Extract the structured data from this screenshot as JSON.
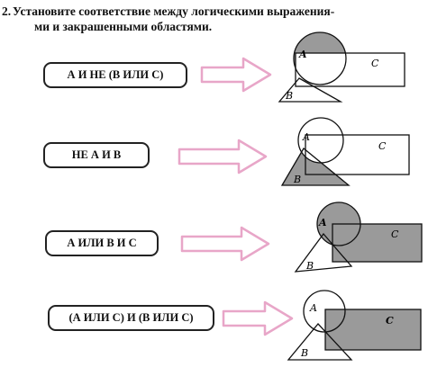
{
  "task": {
    "number": "2.",
    "line1": "Установите соответствие между логическими выражения-",
    "line2": "ми и закрашенными областями."
  },
  "rows": [
    {
      "expression": "А И НЕ (В ИЛИ С)",
      "label_a": "A",
      "label_b": "B",
      "label_c": "C",
      "shaded": "circle A outside B and C"
    },
    {
      "expression": "НЕ А И В",
      "label_a": "A",
      "label_b": "B",
      "label_c": "C",
      "shaded": "triangle B outside A"
    },
    {
      "expression": "А ИЛИ В И С",
      "label_a": "A",
      "label_b": "B",
      "label_c": "C",
      "shaded": "circle A and rectangle C"
    },
    {
      "expression": "(А ИЛИ С) И (В ИЛИ С)",
      "label_a": "A",
      "label_b": "B",
      "label_c": "C",
      "shaded": "rectangle C"
    }
  ],
  "colors": {
    "arrow": "#e8a6c8",
    "shade": "#9a9a9a",
    "line": "#111111"
  }
}
